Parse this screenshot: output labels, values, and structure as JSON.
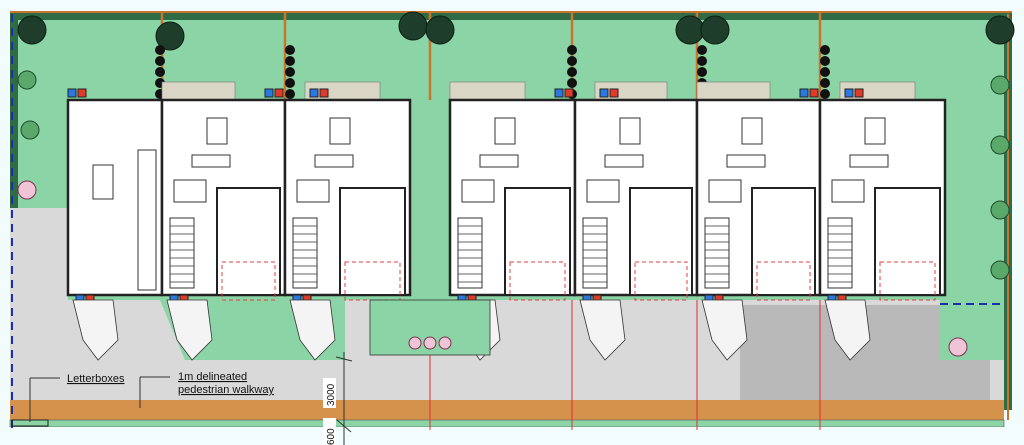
{
  "annotations": {
    "letterboxes": "Letterboxes",
    "walkway_line1": "1m delineated",
    "walkway_line2": "pedestrian walkway"
  },
  "dimensions": {
    "road_width": "3000",
    "verge_width": "600"
  },
  "colors": {
    "lawn": "#8bd4a5",
    "hedge": "#2f6b45",
    "paving": "#d9d9d9",
    "road_strip": "#d4924c",
    "fence": "#c8762e",
    "boundary_dash": "#1a2fb0",
    "building": "#ffffff",
    "wall": "#222222",
    "bin_general": "#2a78e0",
    "bin_recycling": "#e03a2a",
    "gravel": "#f4f4f4",
    "cobble": "#b9b9b9"
  }
}
